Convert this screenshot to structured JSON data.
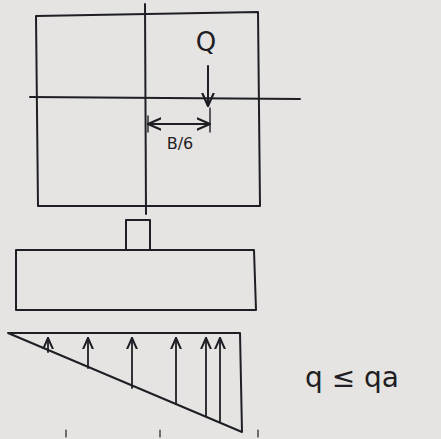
{
  "diagram": {
    "labels": [
      "Q",
      "B/6",
      "q ≤ qa"
    ]
  }
}
